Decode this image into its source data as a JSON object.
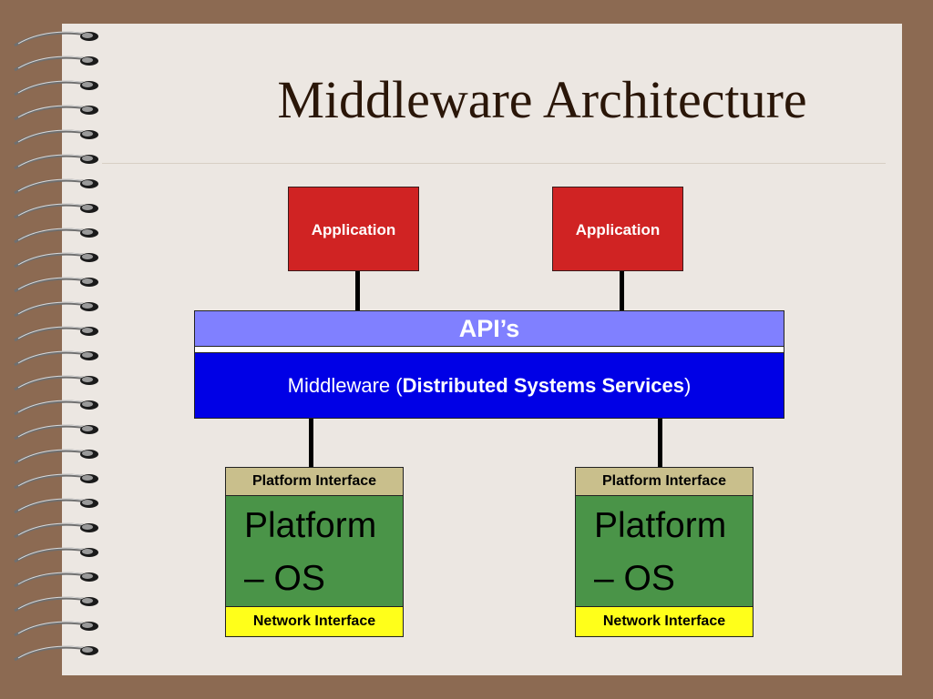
{
  "slide": {
    "title": "Middleware Architecture"
  },
  "diagram": {
    "apps": [
      {
        "label": "Application"
      },
      {
        "label": "Application"
      }
    ],
    "api_label": "API’s",
    "middleware": {
      "prefix": "Middleware (",
      "bold": "Distributed Systems Services",
      "suffix": ")"
    },
    "platforms": [
      {
        "interface": "Platform Interface",
        "line1": "Platform",
        "line2": "– OS",
        "network": "Network Interface"
      },
      {
        "interface": "Platform Interface",
        "line1": "Platform",
        "line2": "– OS",
        "network": "Network Interface"
      }
    ]
  },
  "colors": {
    "application": "#d02323",
    "api": "#8080ff",
    "middleware": "#0000e6",
    "platform_interface": "#c9bf8c",
    "platform_os": "#4a9448",
    "network_interface": "#ffff1a"
  }
}
